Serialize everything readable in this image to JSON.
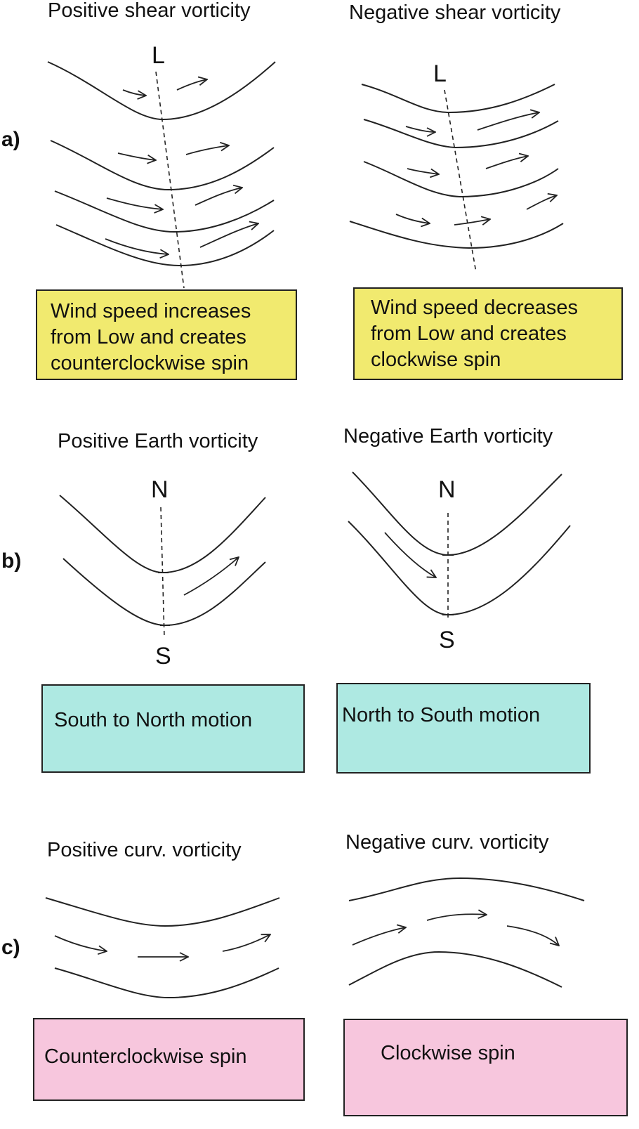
{
  "row_labels": {
    "a": "a)",
    "b": "b)",
    "c": "c)"
  },
  "shear": {
    "positive": {
      "title": "Positive shear vorticity",
      "marker": "L",
      "box_lines": [
        "Wind speed increases",
        "from Low and creates",
        "counterclockwise spin"
      ]
    },
    "negative": {
      "title": "Negative shear vorticity",
      "marker": "L",
      "box_lines": [
        "Wind speed decreases",
        "from Low and creates",
        "clockwise spin"
      ]
    }
  },
  "earth": {
    "positive": {
      "title": "Positive Earth vorticity",
      "top_marker": "N",
      "bottom_marker": "S",
      "box_text": "South to North motion"
    },
    "negative": {
      "title": "Negative Earth vorticity",
      "top_marker": "N",
      "bottom_marker": "S",
      "box_text": "North to South motion"
    }
  },
  "curvature": {
    "positive": {
      "title": "Positive curv. vorticity",
      "box_text": "Counterclockwise spin"
    },
    "negative": {
      "title": "Negative curv. vorticity",
      "box_text": "Clockwise spin"
    }
  },
  "colors": {
    "yellow_box": "#f1ea6f",
    "cyan_box": "#aee9e2",
    "pink_box": "#f7c6dd"
  }
}
